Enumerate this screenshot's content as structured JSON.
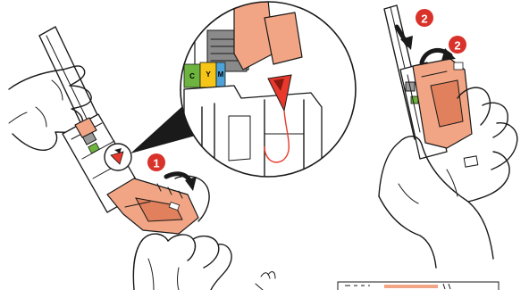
{
  "steps": {
    "left_step": "1",
    "right_step_a": "2",
    "right_step_b": "2"
  },
  "labels": {
    "color_code_a": "C",
    "color_code_b": "Y",
    "color_code_c": "M"
  },
  "colors": {
    "badge": "#d9322b",
    "part": "#f2a584",
    "line": "#1a1a1a",
    "accent_red": "#e8392c"
  }
}
